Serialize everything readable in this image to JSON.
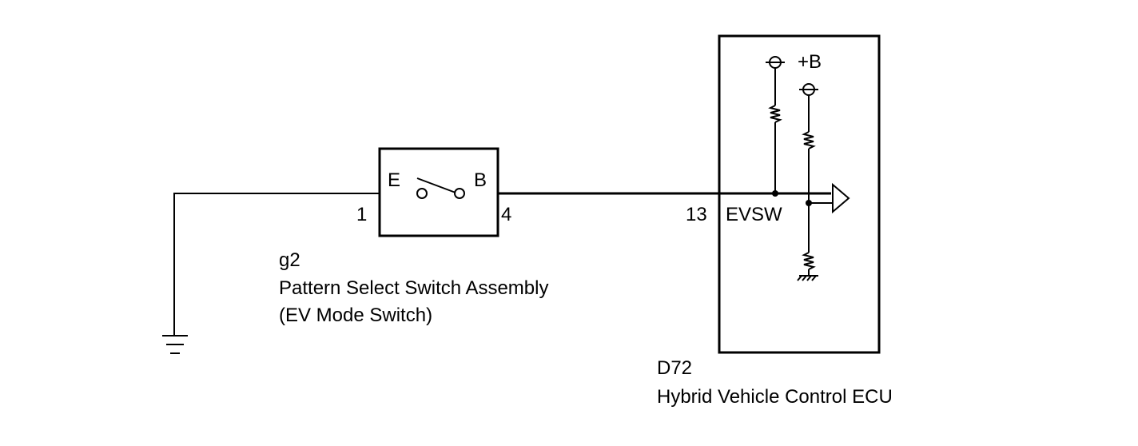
{
  "switch_component": {
    "code": "g2",
    "name": "Pattern Select Switch Assembly",
    "subname": "(EV Mode Switch)",
    "terminal_left": "E",
    "terminal_right": "B",
    "pin_left": "1",
    "pin_right": "4"
  },
  "ecu_component": {
    "code": "D72",
    "name": "Hybrid Vehicle Control ECU",
    "pin": "13",
    "signal": "EVSW",
    "supply": "+B"
  },
  "icons": [
    "ground-icon",
    "resistor-icon",
    "switch-icon",
    "input-buffer-icon",
    "power-terminal-icon"
  ]
}
